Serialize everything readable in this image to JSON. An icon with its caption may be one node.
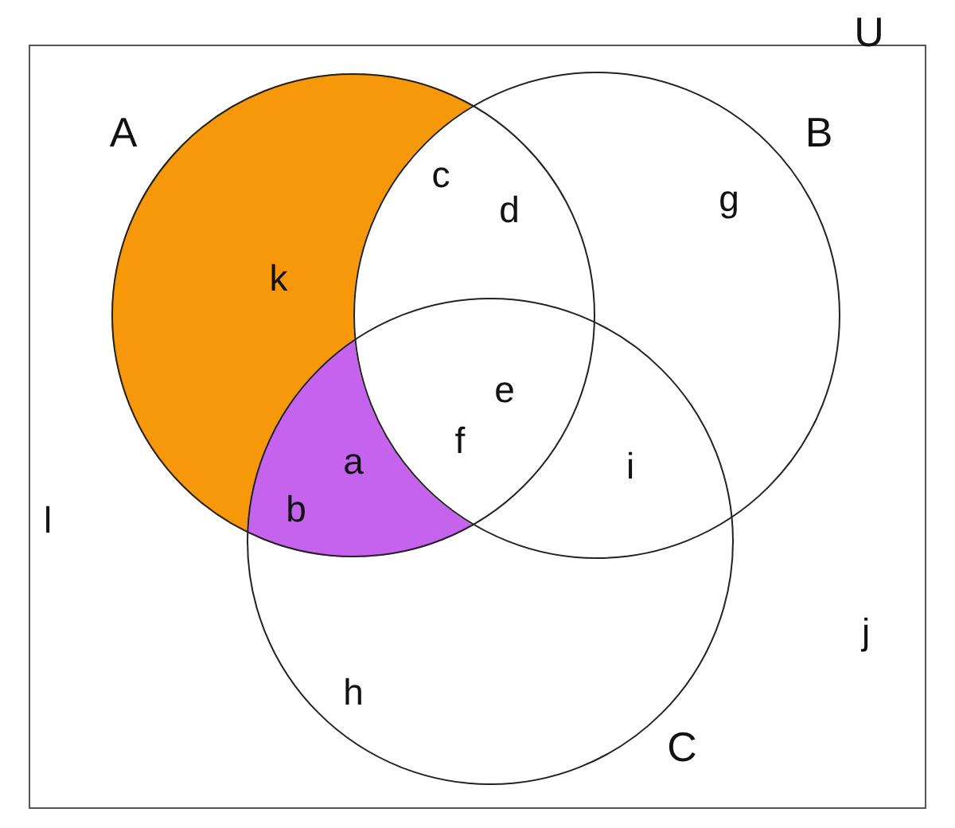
{
  "diagram": {
    "nodes": [
      {
        "text": [
          "U"
        ]
      },
      {
        "text": [
          "A"
        ],
        "in": 0
      },
      {
        "text": [
          "B"
        ],
        "in": 0
      },
      {
        "text": [
          "C"
        ],
        "in": 0
      }
    ],
    "labels": [
      "c",
      "d",
      "g",
      "k",
      "e",
      "f",
      "a",
      "i",
      "b",
      "l",
      "j",
      "h"
    ]
  }
}
